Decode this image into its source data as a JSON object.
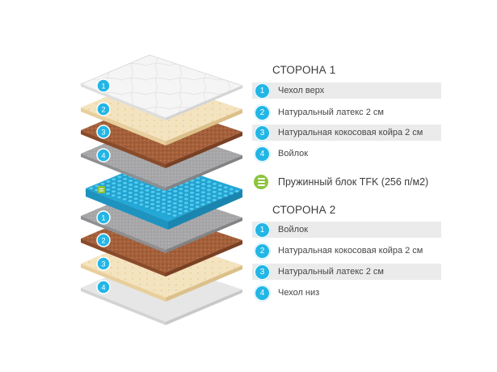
{
  "side1": {
    "title": "СТОРОНА 1",
    "items": [
      {
        "num": "1",
        "label": "Чехол верх"
      },
      {
        "num": "2",
        "label": "Натуральный латекс 2 см"
      },
      {
        "num": "3",
        "label": "Натуральная кокосовая койра 2 см"
      },
      {
        "num": "4",
        "label": "Войлок"
      }
    ]
  },
  "spring": {
    "label": "Пружинный блок TFK (256 п/м2)",
    "icon": "spring-block-icon"
  },
  "side2": {
    "title": "СТОРОНА 2",
    "items": [
      {
        "num": "1",
        "label": "Войлок"
      },
      {
        "num": "2",
        "label": "Натуральная кокосовая койра 2 см"
      },
      {
        "num": "3",
        "label": "Натуральный латекс 2 см"
      },
      {
        "num": "4",
        "label": "Чехол низ"
      }
    ]
  },
  "colors": {
    "badge": "#22b6e6",
    "spring_badge": "#8cc43e",
    "cover": "#f4f4f4",
    "latex": "#f4e3bf",
    "coir": "#a7623d",
    "felt": "#a9a9ab",
    "spring": "#3fc3ea",
    "row_shade": "#ebebeb"
  }
}
